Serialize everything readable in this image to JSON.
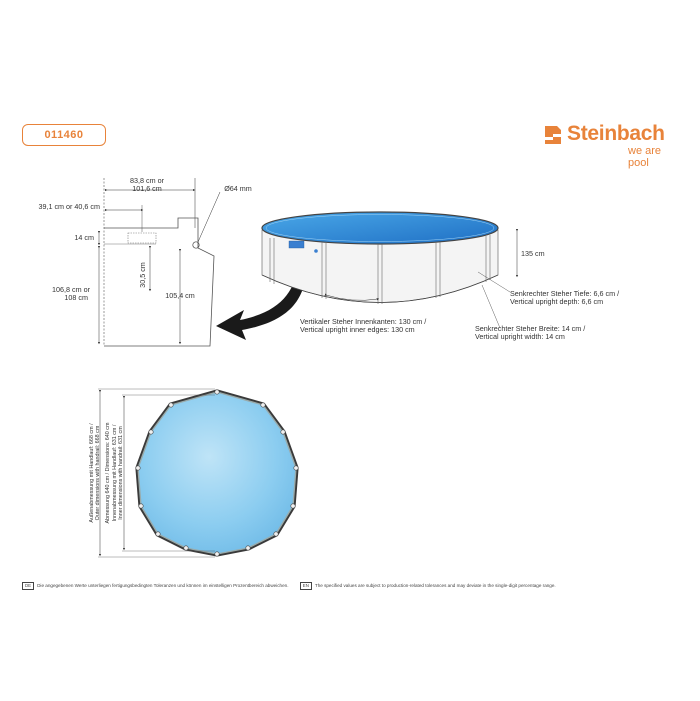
{
  "product_code": "011460",
  "brand": {
    "name": "Steinbach",
    "tagline": "we are pool",
    "color": "#e8833a"
  },
  "side_view": {
    "top_width_line1": "83,8 cm or",
    "top_width_line2": "101,6 cm",
    "pipe_diameter": "Ø64 mm",
    "left_offset": "39,1 cm or 40,6 cm",
    "gap": "14 cm",
    "height_total_line1": "106,8 cm or",
    "height_total_line2": "108 cm",
    "inner_height": "30,5 cm",
    "upright_height": "105,4 cm"
  },
  "pool_view": {
    "height": "135 cm",
    "upright_depth_de": "Senkrechter Steher Tiefe: 6,6 cm /",
    "upright_depth_en": "Vertical upright depth: 6,6 cm",
    "inner_edges_de": "Vertikaler Steher Innenkanten: 130 cm /",
    "inner_edges_en": "Vertical upright inner edges: 130 cm",
    "upright_width_de": "Senkrechter Steher Breite: 14 cm /",
    "upright_width_en": "Vertical upright width: 14 cm"
  },
  "top_view": {
    "outer_line1": "Außenabmessung mit Handlauf: 668 cm /",
    "outer_line2": "Outer dimensions with handrail: 668 cm",
    "dimensions_line1": "Abmessung 640 cm / Dimensions: 640 cm",
    "dimensions_line2": "Innenabmessung mit Handlauf: 631 cm /",
    "dimensions_line3": "Inner dimensions with handrail: 631 cm"
  },
  "footer": {
    "de_badge": "DE",
    "de_text": "Die angegebenen Werte unterliegen fertigungsbedingten Toleranzen und können im einstelligen Prozentbereich abweichen.",
    "en_badge": "EN",
    "en_text": "The specified values are subject to production-related tolerances and may deviate in the single-digit percentage range."
  }
}
